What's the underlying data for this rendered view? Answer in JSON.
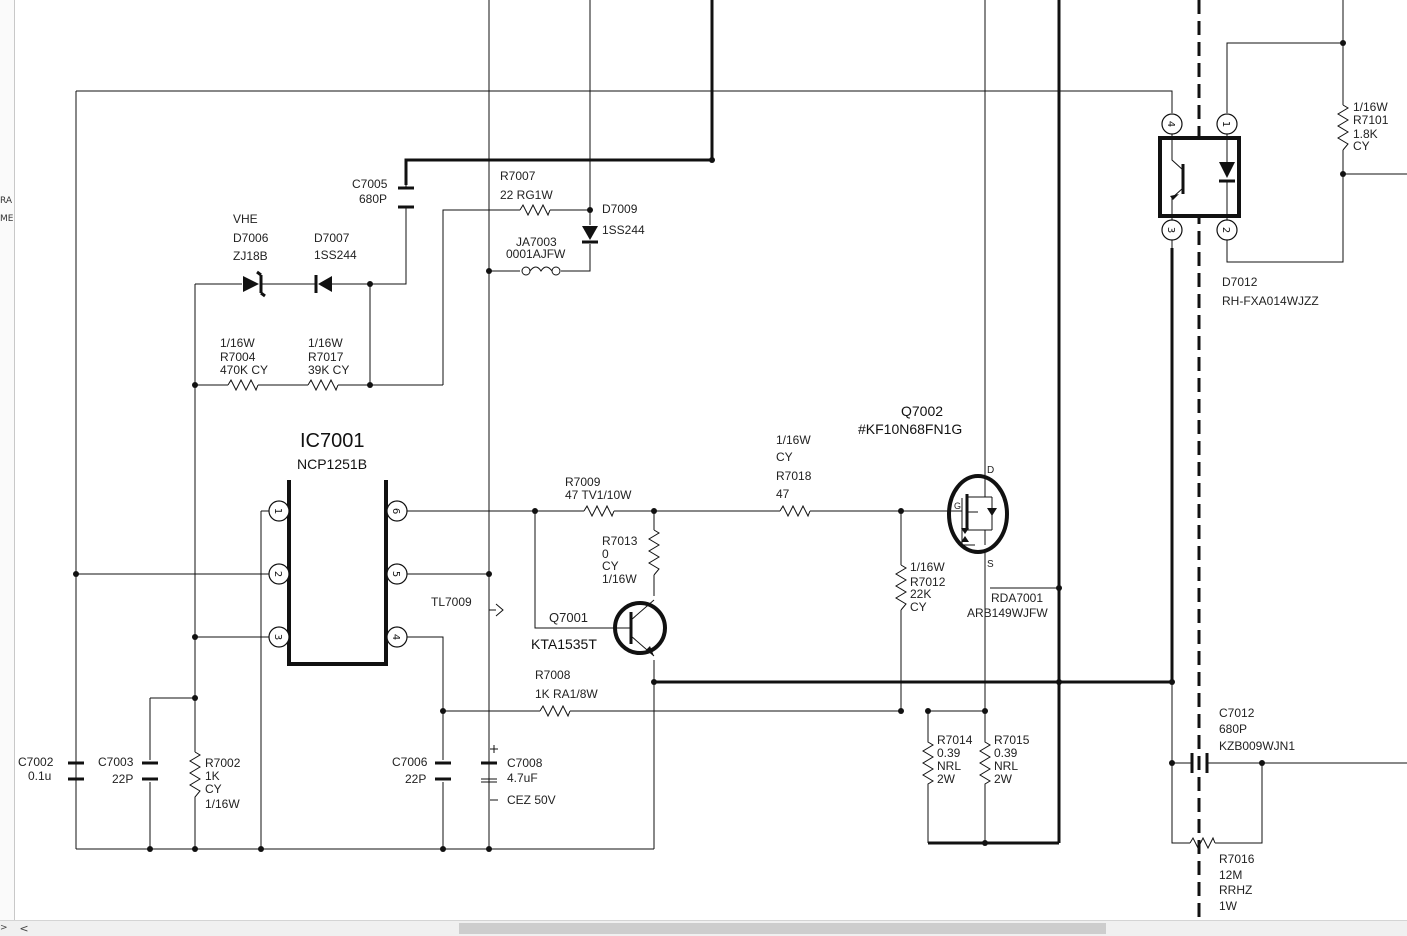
{
  "ic": {
    "ref": "IC7001",
    "part": "NCP1251B",
    "pins_left": [
      "1",
      "2",
      "3"
    ],
    "pins_right": [
      "6",
      "5",
      "4"
    ]
  },
  "q7002": {
    "ref": "Q7002",
    "part": "#KF10N68FN1G",
    "d": "D",
    "s": "S",
    "g": "G"
  },
  "q7001": {
    "ref": "Q7001",
    "part": "KTA1535T"
  },
  "opto": {
    "ref": "D7012",
    "part": "RH-FXA014WJZZ",
    "pins": [
      "4",
      "1",
      "3",
      "2"
    ]
  },
  "labels": {
    "c7005": [
      "C7005",
      "680P"
    ],
    "r7007": [
      "R7007",
      "22  RG1W"
    ],
    "d7009": [
      "D7009",
      "1SS244"
    ],
    "ja7003": [
      "JA7003",
      "0001AJFW"
    ],
    "d7006": [
      "VHE",
      "D7006",
      "ZJ18B"
    ],
    "d7007": [
      "D7007",
      "1SS244"
    ],
    "r7004": [
      "1/16W",
      "R7004",
      "470K CY"
    ],
    "r7017": [
      "1/16W",
      "R7017",
      "39K CY"
    ],
    "r7009": [
      "R7009",
      "47 TV1/10W"
    ],
    "r7018": [
      "1/16W",
      "CY",
      "R7018",
      "47"
    ],
    "r7013": [
      "R7013",
      "0",
      "CY",
      "1/16W"
    ],
    "r7012": [
      "1/16W",
      "R7012",
      "22K",
      "CY"
    ],
    "rda7001": [
      "RDA7001",
      "ARB149WJFW"
    ],
    "tl7009": [
      "TL7009"
    ],
    "r7008": [
      "R7008",
      "1K RA1/8W"
    ],
    "c7002": [
      "C7002",
      "0.1u"
    ],
    "c7003": [
      "C7003",
      "22P"
    ],
    "r7002": [
      "R7002",
      "1K",
      "CY",
      "1/16W"
    ],
    "c7006": [
      "C7006",
      "22P"
    ],
    "c7008": [
      "C7008",
      "4.7uF",
      "CEZ 50V"
    ],
    "r7014": [
      "R7014",
      "0.39",
      "NRL",
      "2W"
    ],
    "r7015": [
      "R7015",
      "0.39",
      "NRL",
      "2W"
    ],
    "c7012": [
      "C7012",
      "680P",
      "KZB009WJN1"
    ],
    "r7016": [
      "R7016",
      "12M",
      "RRHZ",
      "1W"
    ],
    "r7101": [
      "1/16W",
      "R7101",
      "1.8K",
      "CY"
    ]
  },
  "gutter": {
    "top_text": "RA",
    "mid_text": "ME"
  },
  "scrollbar": {
    "left_arrow": "<",
    "corner": ">"
  }
}
